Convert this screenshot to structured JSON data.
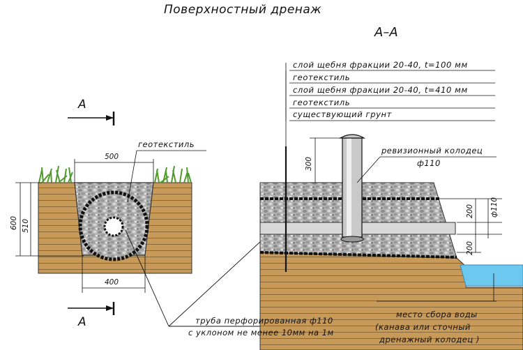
{
  "title": "Поверхностный дренаж",
  "section_label": "А–А",
  "cut_marker": "А",
  "layers": [
    "слой щебня фракции  20-40, t=100 мм",
    "геотекстиль",
    "слой щебня фракции  20-40, t=410 мм",
    "геотекстиль",
    "существующий грунт"
  ],
  "labels": {
    "geotextile": "геотекстиль",
    "inspection_well_line1": "ревизионный колодец",
    "inspection_well_line2": "ф110",
    "pipe_line1": "труба перфорированная  ф110",
    "pipe_line2": "с уклоном не менее  10мм на 1м",
    "collection_line1": "место сбора воды",
    "collection_line2": "(канава или сточный",
    "collection_line3": "дренажный колодец )"
  },
  "dimensions": {
    "top_width": "500",
    "bottom_width": "400",
    "total_depth": "600",
    "gravel_depth": "510",
    "well_height": "300",
    "layer_top": "200",
    "layer_bottom": "200",
    "pipe_diameter": "ф110"
  },
  "colors": {
    "soil": "#c89a5a",
    "soil_line": "#8a6a3a",
    "gravel": "#b9b9b9",
    "grass": "#5aa030",
    "water": "#6cc8ee",
    "pipe": "#d4d4d4"
  }
}
